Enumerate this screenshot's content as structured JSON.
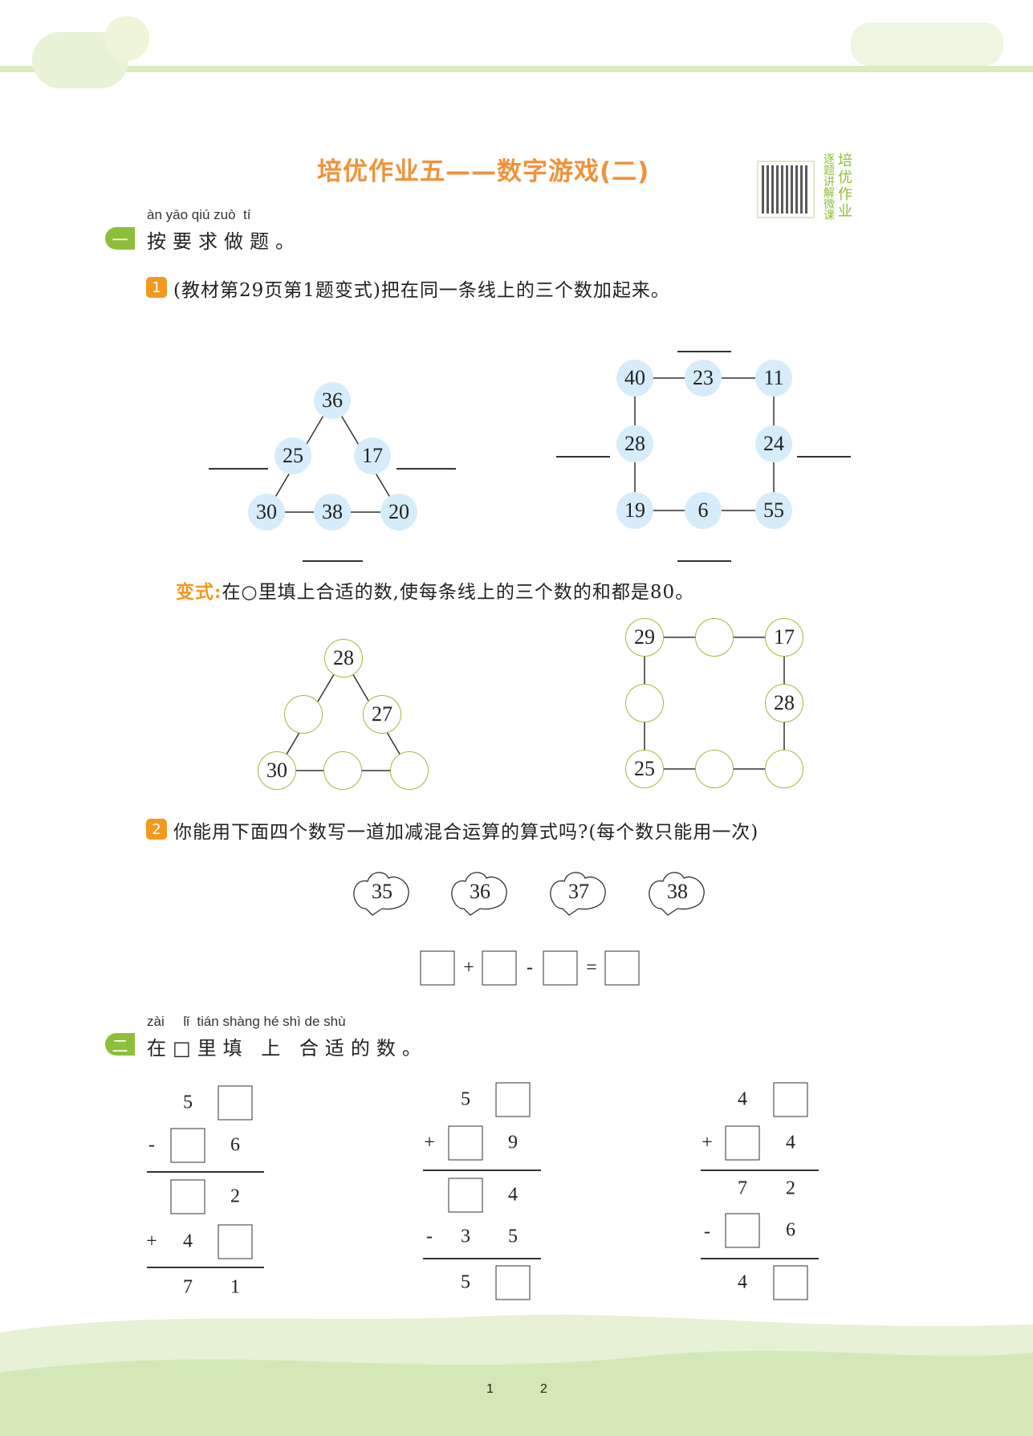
{
  "title": "培优作业五——数字游戏(二)",
  "qr_side": [
    "培优作业",
    "逐题讲解微课"
  ],
  "section1": {
    "badge": "一",
    "pinyin": "àn yāo qiú zuò  tí",
    "heading": "按要求做题。"
  },
  "q1": {
    "num": "1",
    "text": "(教材第29页第1题变式)把在同一条线上的三个数加起来。",
    "triangle": [
      "36",
      "25",
      "17",
      "30",
      "38",
      "20"
    ],
    "square": [
      "40",
      "23",
      "11",
      "28",
      "24",
      "19",
      "6",
      "55"
    ],
    "variant_label": "变式:",
    "variant_text": "在○里填上合适的数,使每条线上的三个数的和都是80。",
    "triangle2": [
      "28",
      "",
      "27",
      "30",
      "",
      ""
    ],
    "square2": [
      "29",
      "",
      "17",
      "",
      "28",
      "25",
      "",
      ""
    ]
  },
  "q2": {
    "num": "2",
    "text": "你能用下面四个数写一道加减混合运算的算式吗?(每个数只能用一次)",
    "numbers": [
      "35",
      "36",
      "37",
      "38"
    ],
    "ops": [
      "+",
      "-",
      "="
    ]
  },
  "section2": {
    "badge": "二",
    "pinyin": "zài     lǐ  tián shàng hé shì de shù",
    "heading": "在□里填 上 合适的数。"
  },
  "vertical": [
    {
      "r1": "5",
      "op1": "-",
      "r2": "6",
      "r3": "2",
      "op2": "+",
      "r4": "4",
      "r5a": "7",
      "r5b": "1"
    },
    {
      "r1": "5",
      "op1": "+",
      "r2": "9",
      "r3": "4",
      "op2": "-",
      "r4a": "3",
      "r4b": "5",
      "r5": "5"
    },
    {
      "r1": "4",
      "op1": "+",
      "r2": "4",
      "r3a": "7",
      "r3b": "2",
      "op2": "-",
      "r4": "6",
      "r5": "4"
    }
  ],
  "page_numbers": [
    "1",
    "2"
  ]
}
